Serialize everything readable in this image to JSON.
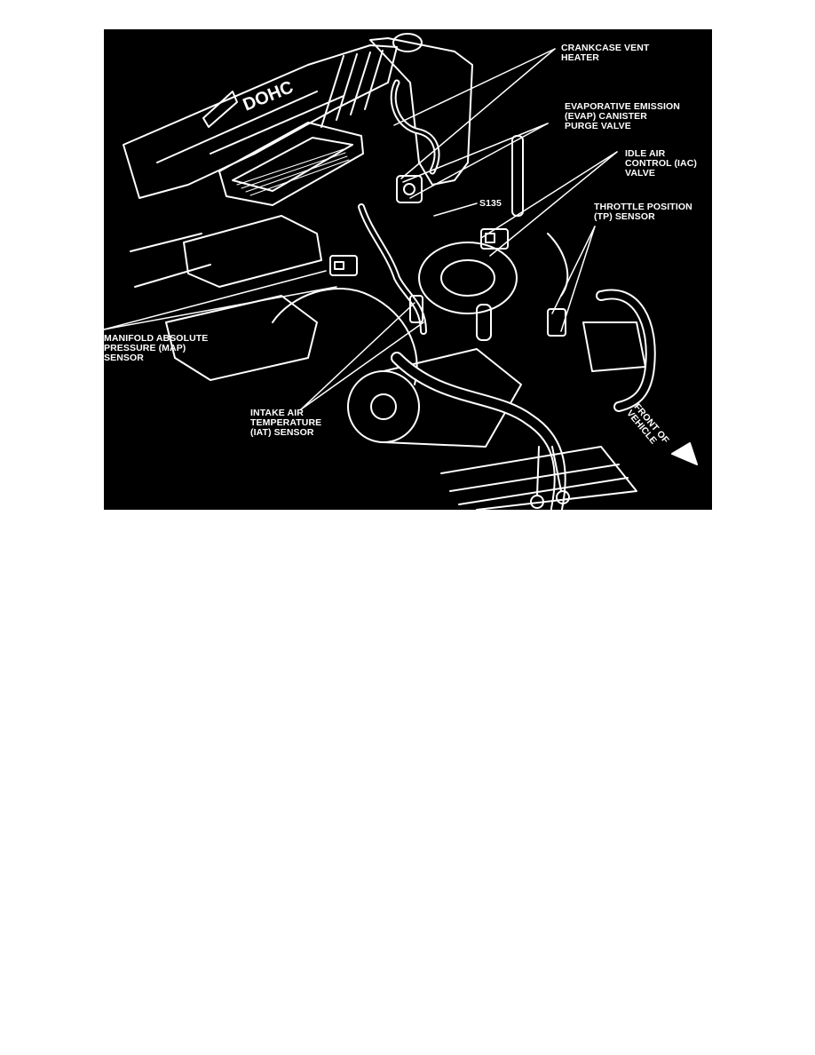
{
  "labels": {
    "crankcase_vent_heater": [
      "CRANKCASE VENT",
      "HEATER"
    ],
    "evap_purge_valve": [
      "EVAPORATIVE EMISSION",
      "(EVAP) CANISTER",
      "PURGE VALVE"
    ],
    "idle_air_control_valve": [
      "IDLE AIR",
      "CONTROL (IAC)",
      "VALVE"
    ],
    "splice": "S135",
    "throttle_position_sensor": [
      "THROTTLE POSITION",
      "(TP) SENSOR"
    ],
    "map_sensor": [
      "MANIFOLD ABSOLUTE",
      "PRESSURE (MAP)",
      "SENSOR"
    ],
    "iat_sensor": [
      "INTAKE AIR",
      "TEMPERATURE",
      "(IAT) SENSOR"
    ],
    "front_of_vehicle": [
      "FRONT OF",
      "VEHICLE"
    ]
  },
  "engine_badge": "DOHC",
  "colors": {
    "background": "#000000",
    "linework": "#ffffff",
    "page": "#ffffff"
  }
}
